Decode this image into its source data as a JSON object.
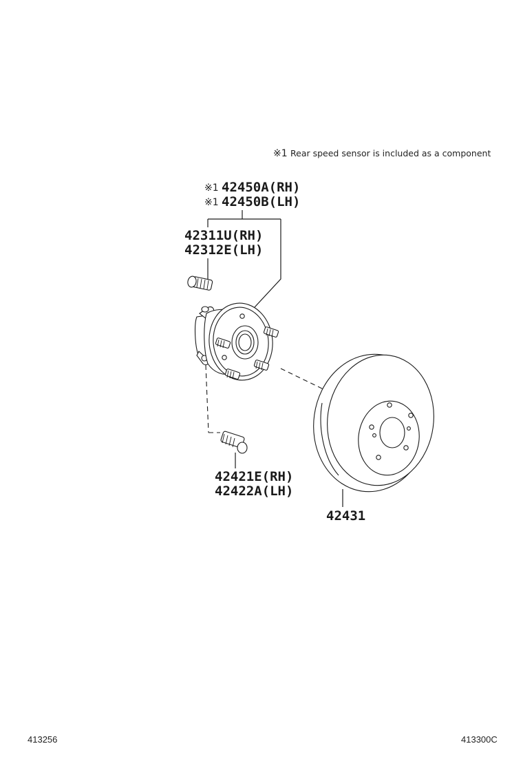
{
  "note": {
    "mark": "※1",
    "text": "Rear speed sensor is included as a component"
  },
  "callouts": {
    "hub_assembly": {
      "mark": "※1",
      "line1": "42450A(RH)",
      "line2": "42450B(LH)"
    },
    "hub_bolt": {
      "line1": "42311U(RH)",
      "line2": "42312E(LH)"
    },
    "disc_bolt": {
      "line1": "42421E(RH)",
      "line2": "42422A(LH)"
    },
    "disc": {
      "line1": "42431"
    }
  },
  "footer": {
    "left_code": "413256",
    "right_code": "413300C"
  }
}
